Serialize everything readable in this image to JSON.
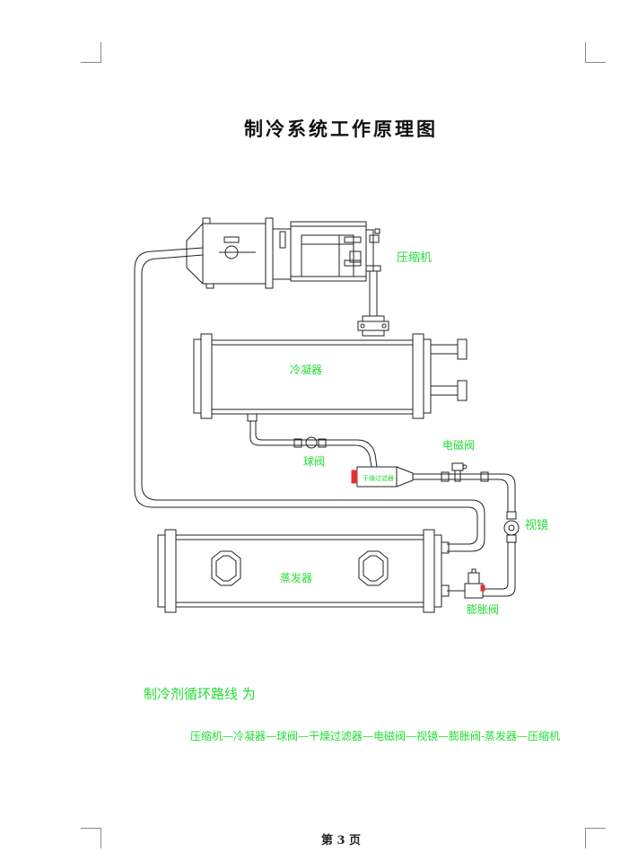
{
  "title": "制冷系统工作原理图",
  "labels": {
    "compressor": "压缩机",
    "condenser": "冷凝器",
    "ball_valve": "球阀",
    "dryer_filter": "干燥过滤器",
    "solenoid_valve": "电磁阀",
    "sight_glass": "视镜",
    "evaporator": "蒸发器",
    "expansion_valve": "膨胀阀"
  },
  "cycle": {
    "heading": "制冷剂循环路线 为",
    "path": "压缩机—冷凝器—球阀—干燥过滤器—电磁阀—视镜—膨胀阀-蒸发器—压缩机"
  },
  "footer": {
    "page": "第 3 页"
  }
}
